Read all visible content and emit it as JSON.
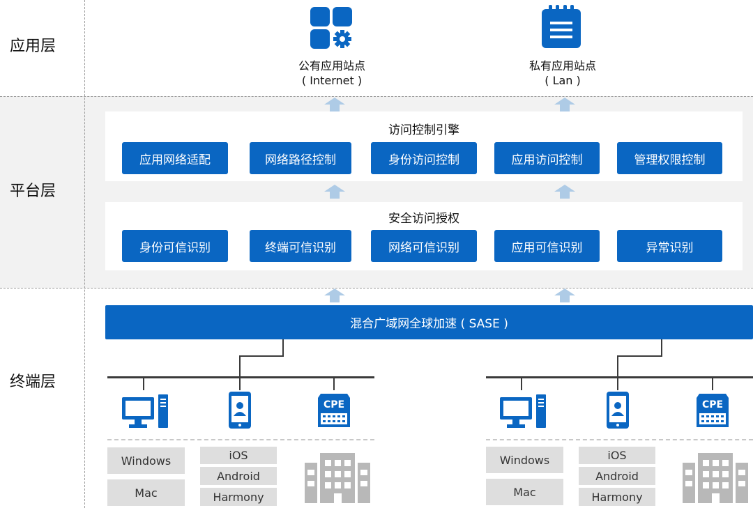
{
  "layers": {
    "application": "应用层",
    "platform": "平台层",
    "terminal": "终端层"
  },
  "sites": {
    "public_name": "公有应用站点",
    "public_sub": "( Internet )",
    "private_name": "私有应用站点",
    "private_sub": "( Lan )"
  },
  "engine": {
    "title": "访问控制引擎",
    "items": [
      "应用网络适配",
      "网络路径控制",
      "身份访问控制",
      "应用访问控制",
      "管理权限控制"
    ]
  },
  "auth": {
    "title": "安全访问授权",
    "items": [
      "身份可信识别",
      "终端可信识别",
      "网络可信识别",
      "应用可信识别",
      "异常识别"
    ]
  },
  "sase": {
    "label": "混合广域网全球加速 ( SASE )"
  },
  "devices": {
    "cpe_label": "CPE",
    "desktop_os": [
      "Windows",
      "Mac"
    ],
    "mobile_os": [
      "iOS",
      "Android",
      "Harmony"
    ]
  },
  "icons": [
    "apps-gear-icon",
    "document-list-icon",
    "desktop-computer-icon",
    "mobile-phone-icon",
    "cpe-router-icon",
    "office-building-icon",
    "up-arrow-icon"
  ],
  "colors": {
    "accent": "#0a66c2",
    "panel_bg": "#f2f2f2",
    "os_box": "#dedede",
    "arrow": "#aecbe6",
    "building": "#b8b8b8"
  }
}
